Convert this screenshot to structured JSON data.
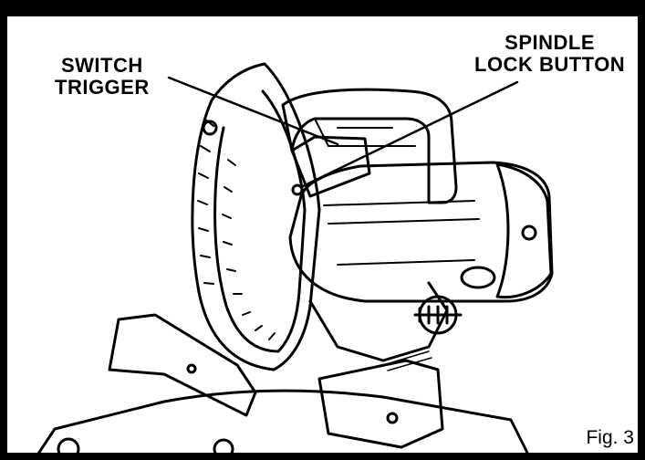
{
  "labels": {
    "switch_trigger": [
      "SWITCH",
      "TRIGGER"
    ],
    "spindle_lock_button": [
      "SPINDLE",
      "LOCK BUTTON"
    ]
  },
  "figure_caption": "Fig. 3",
  "colors": {
    "ink": "#000000",
    "paper": "#ffffff"
  }
}
